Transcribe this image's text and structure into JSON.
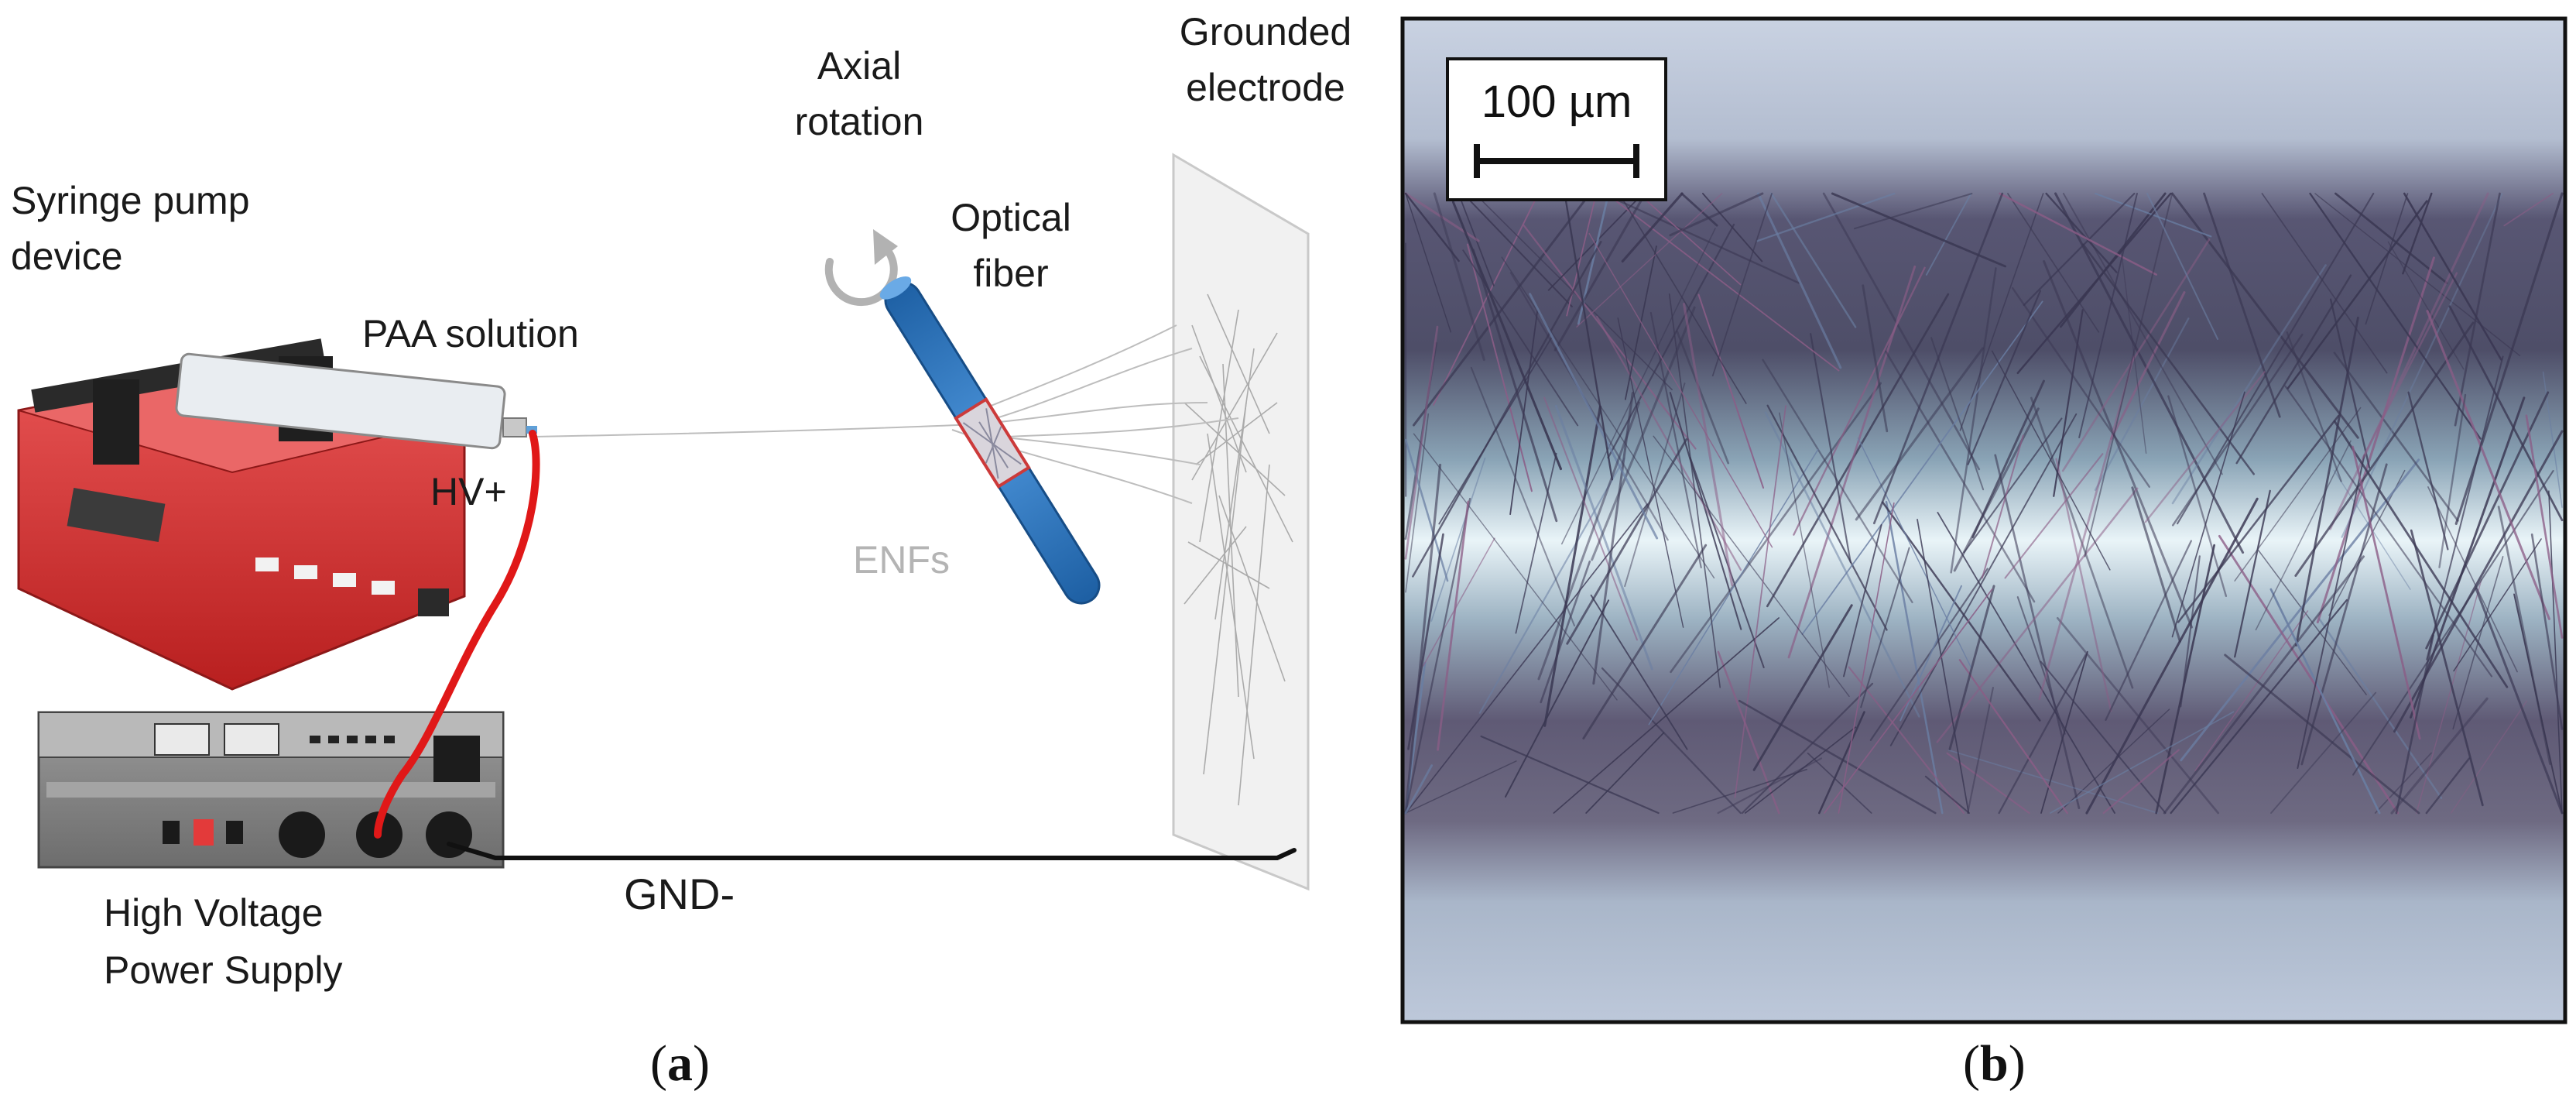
{
  "panel_a": {
    "labels": {
      "syringe_pump": [
        "Syringe pump",
        "device"
      ],
      "paa_solution": "PAA solution",
      "hv_plus": "HV+",
      "axial_rotation": [
        "Axial",
        "rotation"
      ],
      "optical_fiber": [
        "Optical",
        "fiber"
      ],
      "grounded_electrode": [
        "Grounded",
        "electrode"
      ],
      "enfs": "ENFs",
      "gnd": "GND-",
      "power_supply": [
        "High Voltage",
        "Power Supply"
      ]
    },
    "caption_letter": "a"
  },
  "panel_b": {
    "scale_bar_label": "100 µm",
    "caption_letter": "b"
  },
  "colors": {
    "pump_red": "#d83232",
    "fiber_blue": "#2c74b8",
    "hv_cable": "#e01818",
    "gnd_cable": "#111111",
    "micro_band": "#5c5573",
    "micro_bg": "#b7c4d6"
  }
}
